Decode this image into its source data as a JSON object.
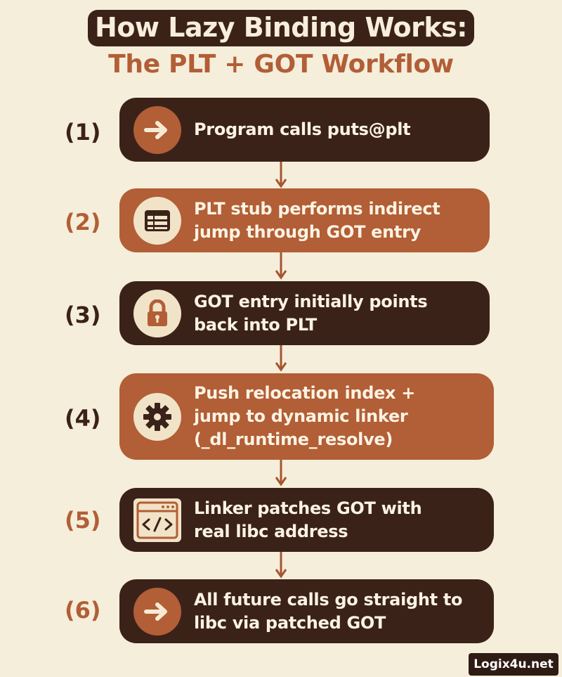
{
  "title": {
    "line1": "How Lazy Binding Works:",
    "line2": "The PLT + GOT Workflow"
  },
  "steps": [
    {
      "number": "(1)",
      "text": "Program calls puts@plt",
      "icon": "arrow-right-icon"
    },
    {
      "number": "(2)",
      "text": "PLT stub performs indirect\njump through GOT entry",
      "icon": "table-icon"
    },
    {
      "number": "(3)",
      "text": "GOT entry initially points\nback into PLT",
      "icon": "lock-icon"
    },
    {
      "number": "(4)",
      "text": "Push relocation index +\njump to dynamic linker\n(_dl_runtime_resolve)",
      "icon": "gear-icon"
    },
    {
      "number": "(5)",
      "text": "Linker patches GOT with\nreal libc address",
      "icon": "code-window-icon"
    },
    {
      "number": "(6)",
      "text": "All future calls go straight to\nlibc via patched GOT",
      "icon": "arrow-right-icon"
    }
  ],
  "watermark": "Logix4u.net",
  "colors": {
    "background": "#f5eedb",
    "dark": "#3b2219",
    "accent": "#b25e36",
    "cream": "#f1e3c8"
  }
}
